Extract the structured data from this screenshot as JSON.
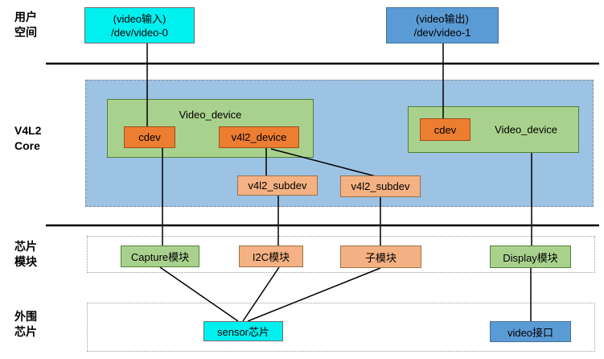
{
  "colors": {
    "cyan_box": "#00F0F0",
    "blue_box": "#5B9BD5",
    "core_region_fill": "#9CC2E4",
    "green_box": "#A9D18E",
    "orange_box": "#ED7D31",
    "peach_box": "#F4B183"
  },
  "user_space": {
    "label_line1": "用户",
    "label_line2": "空间",
    "video_in": {
      "line1": "(video输入)",
      "line2": "/dev/video-0"
    },
    "video_out": {
      "line1": "(video输出)",
      "line2": "/dev/video-1"
    }
  },
  "v4l2_core": {
    "label_line1": "V4L2",
    "label_line2": "Core",
    "video_device_left": {
      "title": "Video_device",
      "cdev": "cdev",
      "v4l2_device": "v4l2_device"
    },
    "video_device_right": {
      "title": "Video_device",
      "cdev": "cdev"
    },
    "subdev1": "v4l2_subdev",
    "subdev2": "v4l2_subdev"
  },
  "chip_modules": {
    "label_line1": "芯片",
    "label_line2": "模块",
    "capture": "Capture模块",
    "i2c": "I2C模块",
    "sub": "子模块",
    "display": "Display模块"
  },
  "peripheral": {
    "label_line1": "外围",
    "label_line2": "芯片",
    "sensor": "sensor芯片",
    "video_if": "video接口"
  }
}
